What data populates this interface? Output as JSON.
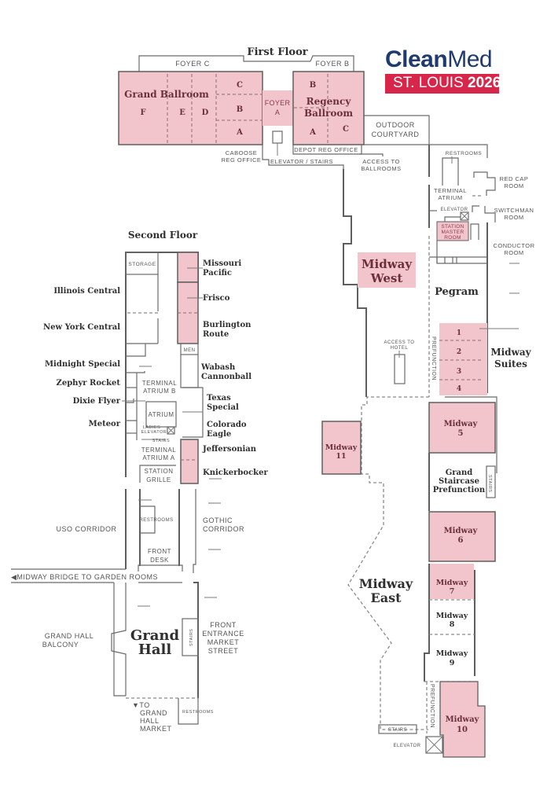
{
  "logo": {
    "brand_bold": "Clean",
    "brand_regular": "Med",
    "city": "ST. LOUIS",
    "year": "2026",
    "brand_color": "#1f3a6e",
    "accent_color": "#d8264a"
  },
  "colors": {
    "meeting_room": "#f2c5cd",
    "wall": "#5e5e5e"
  },
  "first_floor": {
    "title": "First Floor",
    "foyer_c": "FOYER C",
    "foyer_b": "FOYER B",
    "foyer_a_line1": "FOYER",
    "foyer_a_line2": "A",
    "grand_ballroom": {
      "name": "Grand Ballroom",
      "sections": [
        "F",
        "E",
        "D",
        "C",
        "B",
        "A"
      ]
    },
    "regency_ballroom": {
      "name_line1": "Regency",
      "name_line2": "Ballroom",
      "sections": [
        "B",
        "A",
        "C"
      ]
    },
    "caboose_line1": "CABOOSE",
    "caboose_line2": "REG OFFICE",
    "elevator_stairs": "ELEVATOR / STAIRS",
    "depot_reg_office": "DEPOT REG OFFICE",
    "outdoor_line1": "OUTDOOR",
    "outdoor_line2": "COURTYARD",
    "access_ballrooms_line1": "ACCESS TO",
    "access_ballrooms_line2": "BALLROOMS",
    "restrooms": "RESTROOMS",
    "terminal_atrium_line1": "TERMINAL",
    "terminal_atrium_line2": "ATRIUM",
    "red_cap_line1": "RED CAP",
    "red_cap_line2": "ROOM",
    "elevator": "ELEVATOR",
    "switchman_line1": "SWITCHMAN",
    "switchman_line2": "ROOM",
    "station_master": [
      "STATION",
      "MASTER",
      "ROOM"
    ],
    "conductor_line1": "CONDUCTOR",
    "conductor_line2": "ROOM",
    "midway_west_line1": "Midway",
    "midway_west_line2": "West",
    "pegram": "Pegram",
    "access_hotel_line1": "ACCESS TO",
    "access_hotel_line2": "HOTEL",
    "prefunction": "PREFUNCTION",
    "midway_suites": {
      "name_line1": "Midway",
      "name_line2": "Suites",
      "numbers": [
        "1",
        "2",
        "3",
        "4"
      ]
    },
    "midway_rooms": [
      {
        "name": "Midway",
        "number": "5"
      },
      {
        "name": "Midway",
        "number": "6"
      },
      {
        "name": "Midway",
        "number": "7"
      },
      {
        "name": "Midway",
        "number": "8"
      },
      {
        "name": "Midway",
        "number": "9"
      },
      {
        "name": "Midway",
        "number": "10"
      },
      {
        "name": "Midway",
        "number": "11"
      }
    ],
    "grand_staircase": [
      "Grand",
      "Staircase",
      "Prefunction"
    ],
    "stairs": "STAIRS",
    "midway_east_line1": "Midway",
    "midway_east_line2": "East",
    "prefunction_bottom": "PREFUNCTION",
    "stairs_bottom": "STAIRS",
    "elevator_bottom": "ELEVATOR"
  },
  "second_floor": {
    "title": "Second Floor",
    "storage": "STORAGE",
    "men": "MEN",
    "left_rooms": [
      "Illinois Central",
      "New York Central",
      "Midnight Special",
      "Zephyr Rocket",
      "Dixie Flyer",
      "Meteor"
    ],
    "right_rooms": [
      {
        "line1": "Missouri",
        "line2": "Pacific"
      },
      {
        "line1": "Frisco",
        "line2": ""
      },
      {
        "line1": "Burlington",
        "line2": "Route"
      },
      {
        "line1": "Wabash",
        "line2": "Cannonball"
      },
      {
        "line1": "Texas",
        "line2": "Special"
      },
      {
        "line1": "Colorado",
        "line2": "Eagle"
      },
      {
        "line1": "Jeffersonian",
        "line2": ""
      },
      {
        "line1": "Knickerbocker",
        "line2": ""
      }
    ],
    "terminal_atrium_b_line1": "TERMINAL",
    "terminal_atrium_b_line2": "ATRIUM B",
    "atrium": "ATRIUM",
    "ladies": "LADIES",
    "elevator": "ELEVATOR",
    "stairs": "STAIRS",
    "terminal_atrium_a_line1": "TERMINAL",
    "terminal_atrium_a_line2": "ATRIUM A",
    "station_grille_line1": "STATION",
    "station_grille_line2": "GRILLE",
    "uso_corridor": "USO CORRIDOR",
    "restrooms": "RESTROOMS",
    "gothic_line1": "GOTHIC",
    "gothic_line2": "CORRIDOR",
    "front_desk_line1": "FRONT",
    "front_desk_line2": "DESK",
    "midway_bridge": "◀MIDWAY BRIDGE TO GARDEN ROOMS",
    "grand_hall_balcony_line1": "GRAND HALL",
    "grand_hall_balcony_line2": "BALCONY",
    "grand_hall_line1": "Grand",
    "grand_hall_line2": "Hall",
    "gh_stairs": "STAIRS",
    "front_entrance": [
      "FRONT",
      "ENTRANCE",
      "MARKET",
      "STREET"
    ],
    "to_market": [
      "▼TO",
      "GRAND",
      "HALL",
      "MARKET"
    ],
    "gh_restrooms": "RESTROOMS"
  }
}
